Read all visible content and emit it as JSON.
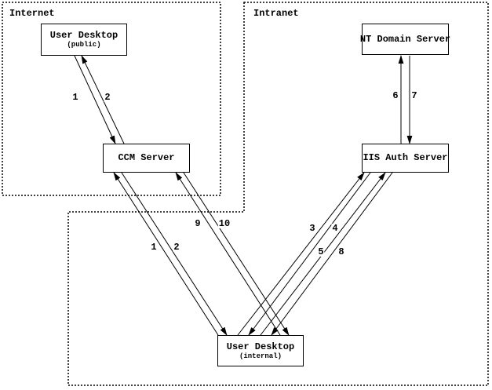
{
  "diagram": {
    "regions": [
      {
        "name": "Internet"
      },
      {
        "name": "Intranet"
      }
    ],
    "nodes": [
      {
        "id": "user-desktop-public",
        "title": "User Desktop",
        "subtitle": "(public)",
        "region": "Internet"
      },
      {
        "id": "ccm-server",
        "title": "CCM Server",
        "region": "Internet"
      },
      {
        "id": "nt-domain-server",
        "title": "NT Domain Server",
        "region": "Intranet"
      },
      {
        "id": "iis-auth-server",
        "title": "IIS Auth Server",
        "region": "Intranet"
      },
      {
        "id": "user-desktop-internal",
        "title": "User Desktop",
        "subtitle": "(internal)",
        "region": "Intranet"
      }
    ],
    "edges": [
      {
        "label": "1",
        "from": "user-desktop-public",
        "to": "ccm-server"
      },
      {
        "label": "2",
        "from": "ccm-server",
        "to": "user-desktop-public"
      },
      {
        "label": "1",
        "from": "user-desktop-internal",
        "to": "ccm-server"
      },
      {
        "label": "2",
        "from": "ccm-server",
        "to": "user-desktop-internal"
      },
      {
        "label": "9",
        "from": "user-desktop-internal",
        "to": "ccm-server"
      },
      {
        "label": "10",
        "from": "ccm-server",
        "to": "user-desktop-internal"
      },
      {
        "label": "3",
        "from": "user-desktop-internal",
        "to": "iis-auth-server"
      },
      {
        "label": "4",
        "from": "iis-auth-server",
        "to": "user-desktop-internal"
      },
      {
        "label": "5",
        "from": "user-desktop-internal",
        "to": "iis-auth-server"
      },
      {
        "label": "8",
        "from": "iis-auth-server",
        "to": "user-desktop-internal"
      },
      {
        "label": "6",
        "from": "iis-auth-server",
        "to": "nt-domain-server"
      },
      {
        "label": "7",
        "from": "nt-domain-server",
        "to": "iis-auth-server"
      }
    ],
    "colors": {
      "ink": "#000000",
      "background": "#ffffff"
    }
  }
}
